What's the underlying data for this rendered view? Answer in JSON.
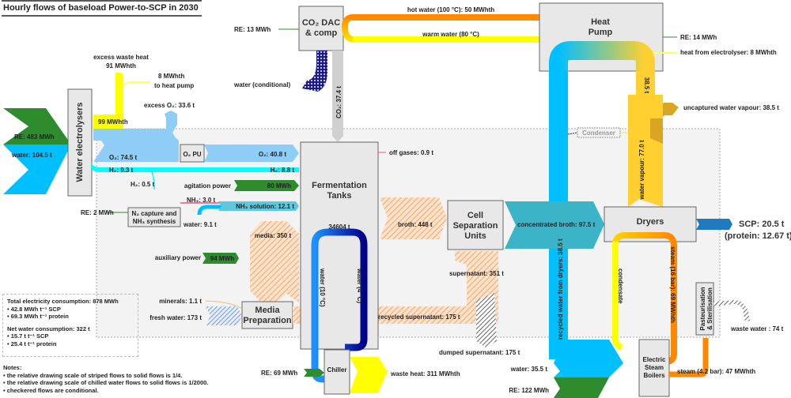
{
  "title": "Hourly flows of baseload Power-to-SCP in 2030",
  "colors": {
    "power": "#2e8b2e",
    "water": "#00bfff",
    "oxygen": "#8ecdf5",
    "hydrogen": "#00ffff",
    "heat": "#ffff00",
    "hot_water": "#ff8c00",
    "steam": "#ff8800",
    "co2": "#d0d0d0",
    "media": "#f5b887",
    "broth_conc": "#3cb4c8",
    "scp": "#1f7bc1",
    "vapour": "#ffd030",
    "vapour_uncaptured": "#d9a623",
    "chilled_cold": "#00008b",
    "chilled_warm": "#1e90ff",
    "box_fill": "#e8e8e8",
    "zone_fill": "#f3f3f3"
  },
  "units": {
    "electrolysers": "Water electrolysers",
    "co2_dac": [
      "CO₂ DAC",
      "& comp"
    ],
    "heat_pump": [
      "Heat",
      "Pump"
    ],
    "o2_pu": "O₂ PU",
    "n2_capture": [
      "N₂ capture and",
      "NH₃ synthesis"
    ],
    "fermentation": [
      "Fermentation",
      "Tanks"
    ],
    "cell_separation": [
      "Cell",
      "Separation",
      "Units"
    ],
    "dryers": "Dryers",
    "media_prep": [
      "Media",
      "Preparation"
    ],
    "chiller": "Chiller",
    "steam_boilers": [
      "Electric",
      "Steam",
      "Boilers"
    ],
    "pasteurisation": [
      "Pasteurisation",
      "& Sterilisation"
    ],
    "condenser": "Condenser"
  },
  "flows": {
    "re_input": "RE: 483 MWh",
    "water_input": "water: 104.5 t",
    "excess_waste_heat": [
      "excess waste heat",
      "91 MWhth"
    ],
    "heat_to_pump": [
      "8 MWhth",
      "to heat pump"
    ],
    "electrolyser_heat": "99 MWhth",
    "excess_o2": "excess O₂: 33.6 t",
    "o2_total": "O₂: 74.5 t",
    "o2_to_fermentation": "O₂: 40.8 t",
    "h2_total": "H₂: 9.3 t",
    "h2_to_fermentation": "H₂: 8.8 t",
    "h2_to_nh3": "H₂: 0.5 t",
    "re_nh3": "RE: 2 MWh",
    "nh3": "NH₃: 3.0 t",
    "nh3_solution": "NH₃ solution: 12.1 t",
    "water_nh3": "water: 9.1 t",
    "agitation_label": "agitation power",
    "agitation_value": "80 MWh",
    "auxiliary_label": "auxiliary power",
    "auxiliary_value": "94 MWh",
    "media": "media: 350 t",
    "re_dac": "RE: 13 MWh",
    "water_conditional": "water (conditional)",
    "co2": "CO₂: 37.4 t",
    "hot_water": "hot water (100 °C): 50 MWhth",
    "warm_water": "warm water (80 °C)",
    "re_heat_pump": "RE: 14 MWh",
    "heat_from_electrolyser": "heat from electrolyser: 8 MWhth",
    "vapour_to_pump": "38.5 t",
    "uncaptured_vapour": "uncaptured water vapour: 38.5 t",
    "water_vapour": "water vapour: 77.0 t",
    "off_gases": "off gases: 0.9 t",
    "tank_volume": "34604 t",
    "broth": "broth: 448 t",
    "concentrated_broth": "concentrated broth: 97.5 t",
    "scp": "SCP: 20.5 t",
    "protein": "(protein: 12.67 t)",
    "supernatant": "supernatant: 351 t",
    "recycled_supernatant": "recycled supernatant: 175 t",
    "dumped_supernatant": "dumped supernatant: 175 t",
    "water_10c": "water (10 °C)",
    "water_4c": "water (4 °C)",
    "re_chiller": "RE: 69 MWh",
    "waste_heat": "waste heat: 311 MWhth",
    "recycled_water_dryers": "recycled water from dryers: 38.5 t",
    "condensate": "condensate",
    "steam_16bar": "steam (16 bar): 69 MWhth",
    "steam_4bar": "steam (4.2 bar): 47 MWhth",
    "water_boiler": "water: 35.5 t",
    "re_boiler": "RE: 122 MWh",
    "waste_water": "waste water : 74 t",
    "minerals": "minerals: 1.1 t",
    "fresh_water": "fresh water: 173 t"
  },
  "summary": {
    "electricity_title": "Total electricity consumption: 878 MWh",
    "electricity_items": [
      "• 42.8 MWh t⁻¹ SCP",
      "• 69.3 MWh t⁻¹ protein"
    ],
    "water_title": "Net water consumption: 322 t",
    "water_items": [
      "• 15.7 t t⁻¹ SCP",
      "• 25.4 t t⁻¹ protein"
    ]
  },
  "notes": {
    "heading": "Notes:",
    "items": [
      "• the relative drawing scale of striped flows to solid flows is 1/4.",
      "• the relative drawing scale of chilled water flows to solid flows is 1/2000.",
      "• checkered flows are conditional."
    ]
  }
}
